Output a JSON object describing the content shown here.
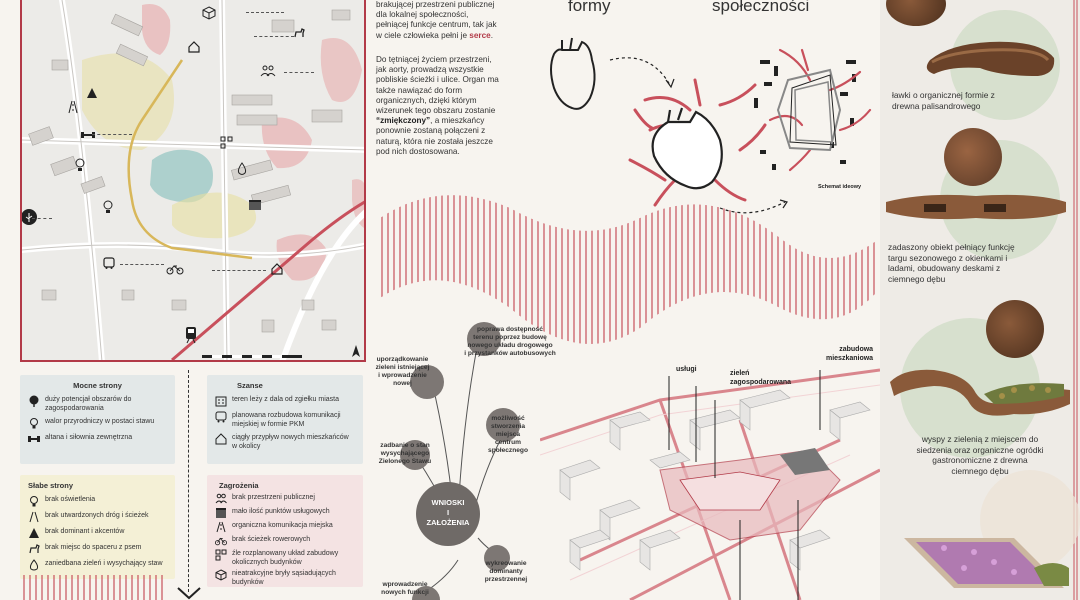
{
  "intro_text": {
    "line1": "brakującej przestrzeni publicznej",
    "line2": "dla lokalnej społeczności,",
    "line3": "pełniącej funkcje centrum, tak jak",
    "line4_prefix": "w ciele człowieka pełni je ",
    "line4_strong": "serce",
    "line4_suffix": "."
  },
  "main_text": {
    "lines": [
      "Do tętniącej życiem przestrzeni,",
      "jak aorty, prowadzą wszystkie",
      "pobliskie ścieżki i ulice. Organ ma",
      "także nawiązać do form",
      "organicznych, dzięki którym",
      "wizerunek tego obszaru zostanie"
    ],
    "strong": "“zmiękczony”",
    "after_strong": ", a mieszkańcy",
    "lines2": [
      "ponownie zostaną połączeni z",
      "naturą, która nie została jeszcze",
      "pod nich dostosowana."
    ]
  },
  "diagram": {
    "heading_left": "formy",
    "heading_right": "społeczności",
    "caption": "Schemat ideowy"
  },
  "swot": {
    "strengths": {
      "title": "Mocne strony",
      "items": [
        {
          "icon": "tree-icon",
          "text": "duży potencjał obszarów do zagospodarowania"
        },
        {
          "icon": "lightbulb-icon",
          "text": "walor przyrodniczy w postaci stawu"
        },
        {
          "icon": "dumbbell-icon",
          "text": "altana i siłownia zewnętrzna"
        }
      ]
    },
    "opportunities": {
      "title": "Szanse",
      "items": [
        {
          "icon": "building-icon",
          "text": "teren leży z dala od zgiełku miasta"
        },
        {
          "icon": "bus-icon",
          "text": "planowana rozbudowa komunikacji miejskiej w formie PKM"
        },
        {
          "icon": "house-icon",
          "text": "ciągły przypływ nowych mieszkańców w okolicy"
        }
      ]
    },
    "weaknesses": {
      "title": "Słabe strony",
      "items": [
        {
          "icon": "bulb-icon",
          "text": "brak oświetlenia"
        },
        {
          "icon": "path-icon",
          "text": "brak utwardzonych dróg i ścieżek"
        },
        {
          "icon": "triangle-icon",
          "text": "brak dominant i akcentów"
        },
        {
          "icon": "dog-icon",
          "text": "brak miejsc do spaceru z psem"
        },
        {
          "icon": "drop-icon",
          "text": "zaniedbana zieleń i  wysychający staw"
        }
      ]
    },
    "threats": {
      "title": "Zagrożenia",
      "items": [
        {
          "icon": "people-icon",
          "text": "brak przestrzeni publicznej"
        },
        {
          "icon": "shop-icon",
          "text": "mało ilość punktów usługowych"
        },
        {
          "icon": "road-icon",
          "text": "organiczna komunikacja miejska"
        },
        {
          "icon": "bike-icon",
          "text": "brak ścieżek rowerowych"
        },
        {
          "icon": "grid-icon",
          "text": "źle rozplanowany układ zabudowy okolicznych budynków"
        },
        {
          "icon": "cube-icon",
          "text": "nieatrakcyjne bryły sąsiadujących budynków"
        }
      ]
    }
  },
  "conclusions": {
    "center": [
      "WNIOSKI",
      "I",
      "ZAŁOŻENIA"
    ],
    "items": [
      [
        "uporządkowanie",
        "zieleni istniejącej",
        "i wprowadzenie",
        "nowej"
      ],
      [
        "poprawa dostępność",
        "terenu poprzez budowę",
        "nowego układu drogowego",
        "i przystanków autobusowych"
      ],
      [
        "zadbanie o stan",
        "wysychającego",
        "Zielonego Stawu"
      ],
      [
        "możliwość",
        "stworzenia miejsca",
        "centrum",
        "społecznego"
      ],
      [
        "wykreowanie",
        "dominanty",
        "przestrzennej"
      ],
      [
        "wprowadzenie",
        "nowych funkcji"
      ]
    ]
  },
  "axo_labels": {
    "services": "usługi",
    "greenery": [
      "zieleń",
      "zagospodarowana"
    ],
    "housing": [
      "zabudowa",
      "mieszkaniowa"
    ]
  },
  "furniture": [
    {
      "text": [
        "ławki o organicznej formie z",
        "drewna palisandrowego"
      ]
    },
    {
      "text": [
        "zadaszony obiekt pełniący funkcję",
        "targu sezonowego z okienkami i",
        "ladami, obudowany deskami z",
        "ciemnego dębu"
      ]
    },
    {
      "text": [
        "wyspy z zielenią z miejscem do",
        "siedzenia oraz organiczne ogródki",
        "gastronomiczne z drewna",
        "ciemnego dębu"
      ]
    }
  ],
  "colors": {
    "accent": "#b23a48",
    "stripe": "#c8505c",
    "grey_bubble": "#7d7774",
    "strengths_bg": "#e3e8e8",
    "opportunities_bg": "#e3e8e8",
    "weaknesses_bg": "#f4f0d6",
    "threats_bg": "#f4e3e3",
    "wood_dark": "#5a3a27",
    "wood_mid": "#8a5a3a"
  }
}
